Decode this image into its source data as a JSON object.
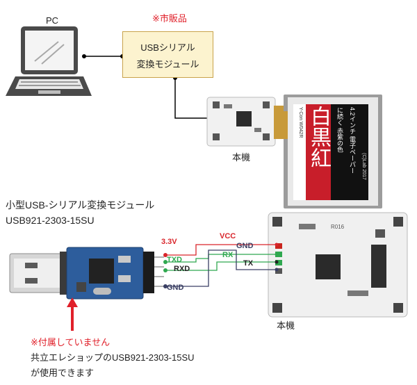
{
  "top": {
    "pc_label": "PC",
    "retail_note": "※市販品",
    "converter_line1": "USBシリアル",
    "converter_line2": "変換モジュール",
    "device_label": "本機",
    "epaper": {
      "big_chars": "白黒紅",
      "side_text": "に続く 赤紫の色",
      "size_text": "4.2インチ 電子ペーパー",
      "model_text": "Y-Con W042R",
      "lab_text": "(C)Lab 2017"
    }
  },
  "bottom": {
    "module_title_line1": "小型USB-シリアル変換モジュール",
    "module_title_line2": "USB921-2303-15SU",
    "pins_left": {
      "v33": "3.3V",
      "txd": "TXD",
      "rxd": "RXD",
      "gnd": "GND"
    },
    "pins_right": {
      "vcc": "VCC",
      "gnd": "GND",
      "rx": "RX",
      "tx": "TX"
    },
    "board_silk": "R016",
    "device_label": "本機",
    "not_included": "※付属していません",
    "compat_line1": "共立エレショップのUSB921-2303-15SU",
    "compat_line2": "が使用できます"
  },
  "colors": {
    "vcc_wire": "#d9252b",
    "rx_wire": "#2fa84f",
    "tx_wire": "#222222",
    "gnd_wire": "#3a3f63",
    "note_red": "#e0202a",
    "box_fill": "#fcf3cf",
    "box_border": "#c8a24a"
  }
}
